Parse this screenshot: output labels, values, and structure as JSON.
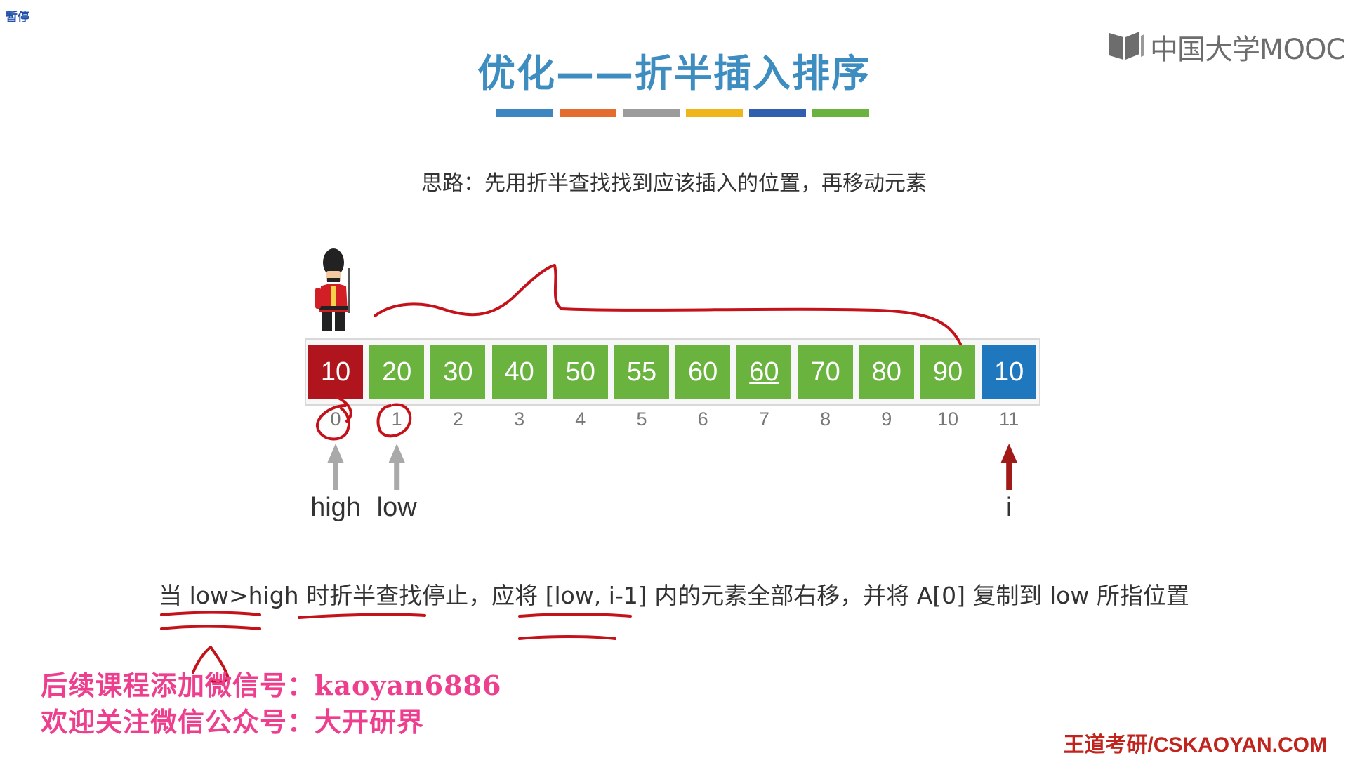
{
  "player": {
    "pause_label": "暂停"
  },
  "logo": {
    "text": "中国大学MOOC",
    "icon": "book-logo-icon"
  },
  "slide": {
    "title": "优化——折半插入排序",
    "title_bar_colors": [
      "#3e86c2",
      "#e46c2f",
      "#9c9c9c",
      "#f0b51a",
      "#2f5fae",
      "#6ab33e"
    ],
    "idea": "思路：先用折半查找找到应该插入的位置，再移动元素",
    "array": [
      {
        "value": "10",
        "role": "sentinel",
        "color": "#b0141c"
      },
      {
        "value": "20",
        "role": "sorted",
        "color": "#6ab33e"
      },
      {
        "value": "30",
        "role": "sorted",
        "color": "#6ab33e"
      },
      {
        "value": "40",
        "role": "sorted",
        "color": "#6ab33e"
      },
      {
        "value": "50",
        "role": "sorted",
        "color": "#6ab33e"
      },
      {
        "value": "55",
        "role": "sorted",
        "color": "#6ab33e"
      },
      {
        "value": "60",
        "role": "sorted",
        "color": "#6ab33e"
      },
      {
        "value": "60",
        "role": "sorted",
        "color": "#6ab33e",
        "underline": true
      },
      {
        "value": "70",
        "role": "sorted",
        "color": "#6ab33e"
      },
      {
        "value": "80",
        "role": "sorted",
        "color": "#6ab33e"
      },
      {
        "value": "90",
        "role": "sorted",
        "color": "#6ab33e"
      },
      {
        "value": "10",
        "role": "current",
        "color": "#1f78bd"
      }
    ],
    "indices": [
      "0",
      "1",
      "2",
      "3",
      "4",
      "5",
      "6",
      "7",
      "8",
      "9",
      "10",
      "11"
    ],
    "pointers": [
      {
        "label": "high",
        "index": 0,
        "color": "#a9a9a9"
      },
      {
        "label": "low",
        "index": 1,
        "color": "#a9a9a9"
      },
      {
        "label": "i",
        "index": 11,
        "color": "#a01a18"
      }
    ],
    "rule": "当 low>high 时折半查找停止，应将 [low, i-1] 内的元素全部右移，并将 A[0] 复制到 low 所指位置"
  },
  "watermark": {
    "line1": "后续课程添加微信号：kaoyan6886",
    "line2": "欢迎关注微信公众号：大开研界"
  },
  "brand": "王道考研/CSKAOYAN.COM",
  "annotation_color": "#c4121b"
}
